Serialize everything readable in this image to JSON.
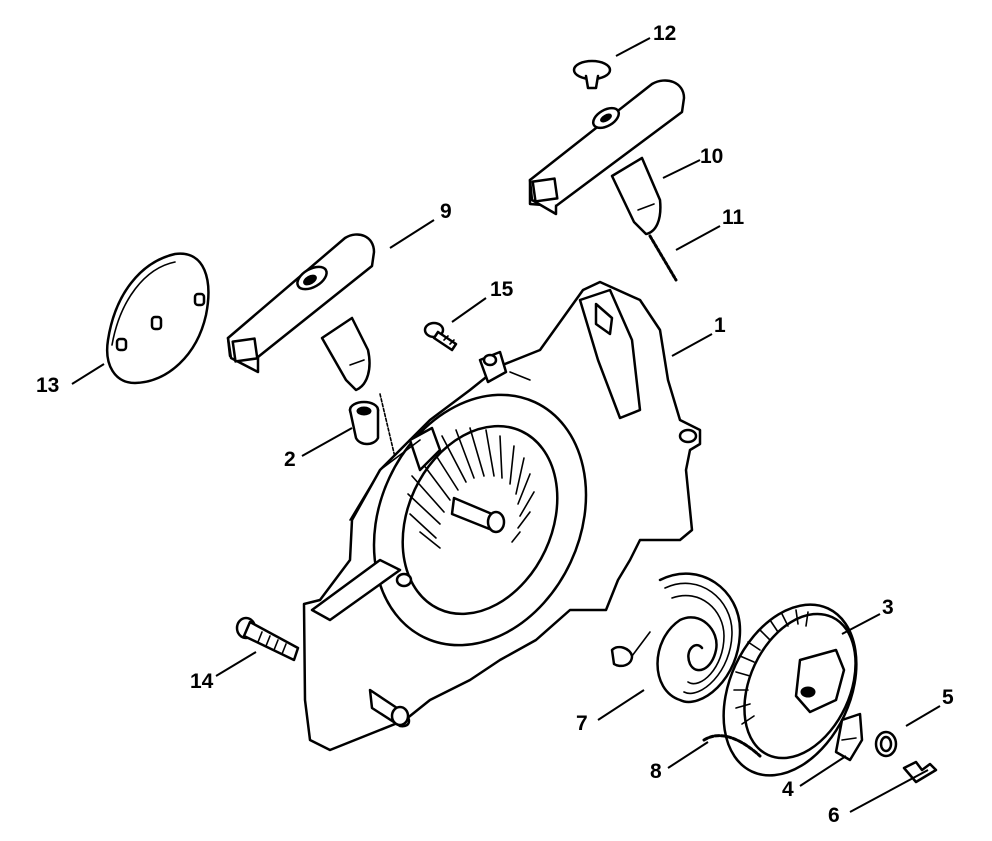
{
  "diagram": {
    "type": "exploded parts diagram",
    "background": "#ffffff",
    "ink": "#000000",
    "callouts": [
      {
        "id": "1",
        "label": "1",
        "part": "starter-housing"
      },
      {
        "id": "2",
        "label": "2",
        "part": "rope-guide-bush"
      },
      {
        "id": "3",
        "label": "3",
        "part": "rope-rotor"
      },
      {
        "id": "4",
        "label": "4",
        "part": "pawl"
      },
      {
        "id": "5",
        "label": "5",
        "part": "washer"
      },
      {
        "id": "6",
        "label": "6",
        "part": "spring-clip"
      },
      {
        "id": "7",
        "label": "7",
        "part": "rewind-spring"
      },
      {
        "id": "8",
        "label": "8",
        "part": "starter-rope"
      },
      {
        "id": "9",
        "label": "9",
        "part": "starter-grip"
      },
      {
        "id": "10",
        "label": "10",
        "part": "starter-grip-alt"
      },
      {
        "id": "11",
        "label": "11",
        "part": "starter-rope-alt"
      },
      {
        "id": "12",
        "label": "12",
        "part": "grip-cap"
      },
      {
        "id": "13",
        "label": "13",
        "part": "cover-plate"
      },
      {
        "id": "14",
        "label": "14",
        "part": "screw"
      },
      {
        "id": "15",
        "label": "15",
        "part": "screw-small"
      }
    ]
  }
}
